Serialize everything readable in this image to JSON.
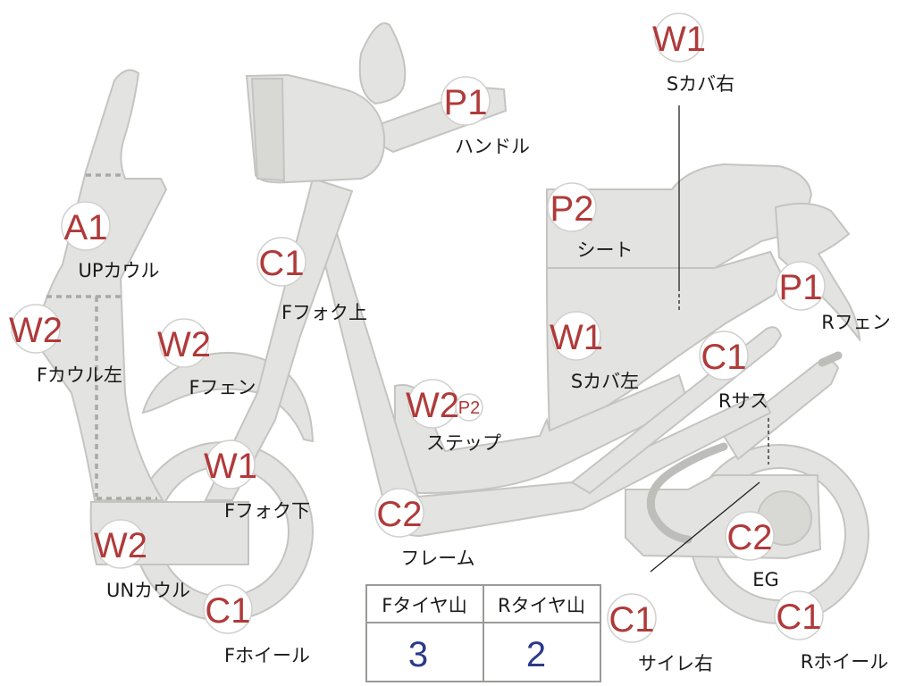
{
  "colors": {
    "part_fill": "#e3e3e1",
    "badge_text": "#b03a3a",
    "table_value": "#2a3a8a"
  },
  "callouts": [
    {
      "id": "handle",
      "code": "P1",
      "label": "ハンドル"
    },
    {
      "id": "seat",
      "code": "P2",
      "label": "シート"
    },
    {
      "id": "side-cover-right",
      "code": "W1",
      "label": "Sカバ右"
    },
    {
      "id": "upper-cowl",
      "code": "A1",
      "label": "UPカウル"
    },
    {
      "id": "front-fork-upper",
      "code": "C1",
      "label": "Fフォク上"
    },
    {
      "id": "front-cowl-left",
      "code": "W2",
      "label": "Fカウル左"
    },
    {
      "id": "front-fender",
      "code": "W2",
      "label": "Fフェン"
    },
    {
      "id": "front-fork-lower",
      "code": "W1",
      "label": "Fフォク下"
    },
    {
      "id": "under-cowl",
      "code": "W2",
      "label": "UNカウル"
    },
    {
      "id": "front-wheel",
      "code": "C1",
      "label": "Fホイール"
    },
    {
      "id": "step",
      "code": "W2",
      "code2": "P2",
      "label": "ステップ"
    },
    {
      "id": "frame",
      "code": "C2",
      "label": "フレーム"
    },
    {
      "id": "side-cover-left",
      "code": "W1",
      "label": "Sカバ左"
    },
    {
      "id": "rear-fender",
      "code": "P1",
      "label": "Rフェン"
    },
    {
      "id": "rear-suspension",
      "code": "C1",
      "label": "Rサス"
    },
    {
      "id": "engine",
      "code": "C2",
      "label": "EG"
    },
    {
      "id": "muffler-right",
      "code": "C1",
      "label": "サイレ右"
    },
    {
      "id": "rear-wheel",
      "code": "C1",
      "label": "Rホイール"
    }
  ],
  "tire_table": {
    "front_header": "Fタイヤ山",
    "rear_header": "Rタイヤ山",
    "front_value": "3",
    "rear_value": "2"
  }
}
